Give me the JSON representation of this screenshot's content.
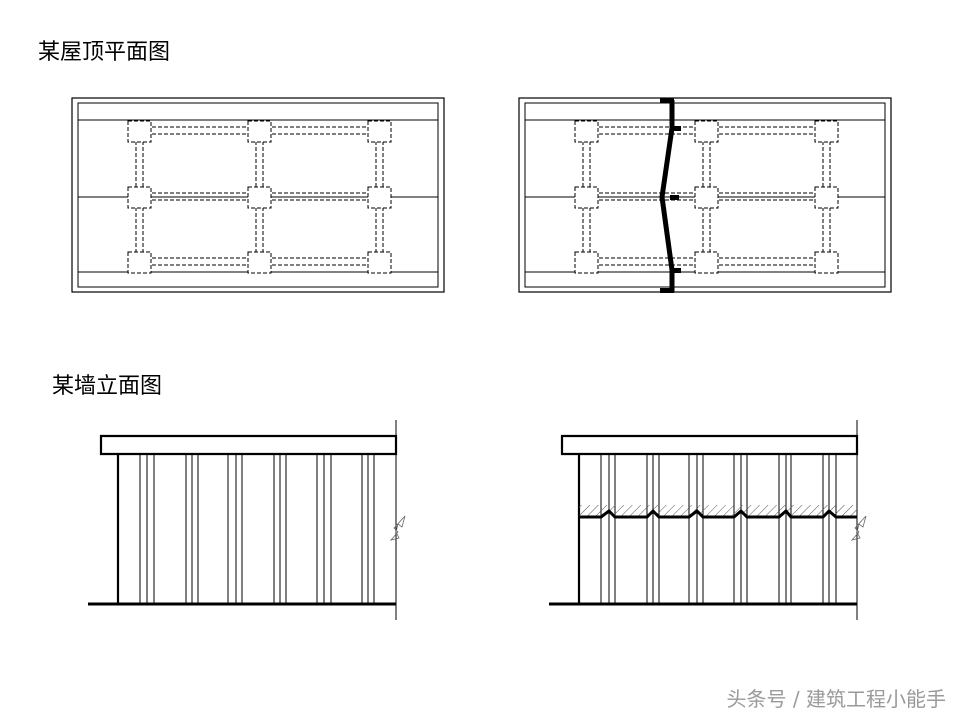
{
  "titles": {
    "roof_plan": "某屋顶平面图",
    "wall_elevation": "某墙立面图"
  },
  "watermark": "头条号 / 建筑工程小能手",
  "colors": {
    "line": "#000000",
    "watermark": "#9a9a9a"
  }
}
